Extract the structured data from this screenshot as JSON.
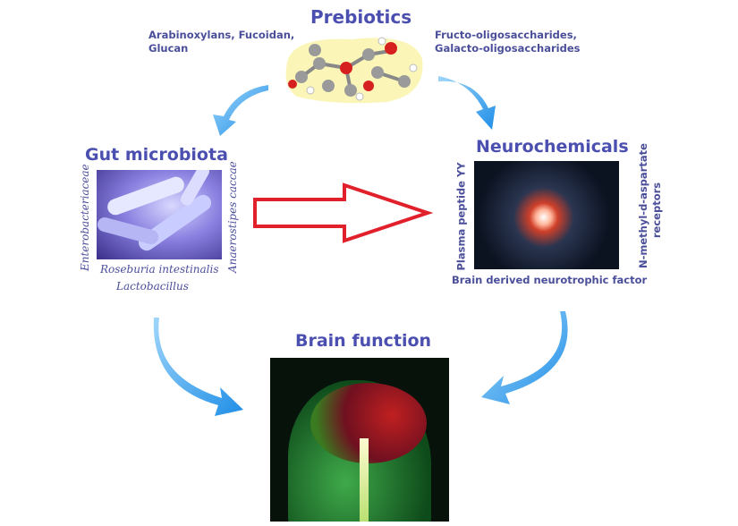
{
  "prebiotics": {
    "title": "Prebiotics",
    "left_text": [
      "Arabinoxylans, Fucoidan,",
      "Glucan"
    ],
    "right_text": [
      "Fructo-oligosaccharides,",
      "Galacto-oligosaccharides"
    ]
  },
  "gut": {
    "title": "Gut microbiota",
    "left_vertical": "Enterobacteriaceae",
    "right_vertical": "Anaerostipes caccae",
    "bottom": [
      "Roseburia intestinalis",
      "Lactobacillus"
    ]
  },
  "neuro": {
    "title": "Neurochemicals",
    "left_vertical": "Plasma peptide YY",
    "right_vertical": [
      "N-methyl-d-aspartate",
      "receptors"
    ],
    "bottom": "Brain derived neurotrophic factor"
  },
  "brain": {
    "title": "Brain function"
  },
  "colors": {
    "title": "#4b4fb0",
    "arrow_blue": "#2f9be8",
    "arrow_red": "#e0202a"
  }
}
